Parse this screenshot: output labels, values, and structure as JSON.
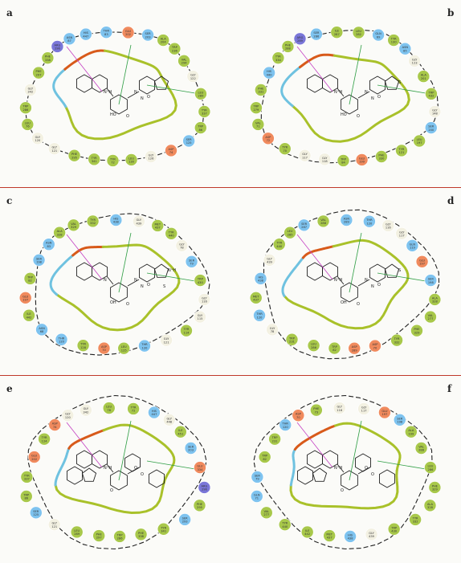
{
  "colors": {
    "hydrophobic": "#a8c84a",
    "polar": "#7ec3ef",
    "negative": "#f08a5d",
    "positive": "#7a76d8",
    "glycine": "#f3f1e2",
    "pocket_green": "#a9c12a",
    "pocket_blue": "#6fc2e0",
    "pocket_orange": "#d85a1a",
    "hbond": "#c43fc3",
    "pi": "#2e9e44",
    "divider": "#c0392b"
  },
  "panels": [
    {
      "label": "a",
      "molecule": [
        "N⁺H",
        "N",
        "N",
        "HO",
        "O",
        "O"
      ],
      "residues": [
        {
          "name": "TYR\n337",
          "color": "hydrophobic"
        },
        {
          "name": "TRP\n86",
          "color": "hydrophobic"
        },
        {
          "name": "SER\n125",
          "color": "polar"
        },
        {
          "name": "ASP\n74",
          "color": "negative"
        },
        {
          "name": "GLY\n126",
          "color": "glycine"
        },
        {
          "name": "LEU\n130",
          "color": "hydrophobic"
        },
        {
          "name": "TYR\n72",
          "color": "hydrophobic"
        },
        {
          "name": "TYR\n341",
          "color": "hydrophobic"
        },
        {
          "name": "PHE\n295",
          "color": "hydrophobic"
        },
        {
          "name": "GLY\n121",
          "color": "glycine"
        },
        {
          "name": "GLY\n120",
          "color": "glycine"
        },
        {
          "name": "LEU\n76",
          "color": "hydrophobic"
        },
        {
          "name": "TRP\n286",
          "color": "hydrophobic"
        },
        {
          "name": "GLY\n342",
          "color": "glycine"
        },
        {
          "name": "PHE\n297",
          "color": "hydrophobic"
        },
        {
          "name": "PHE\n338",
          "color": "hydrophobic"
        },
        {
          "name": "ARG\n296",
          "color": "positive"
        },
        {
          "name": "ASN\n87",
          "color": "polar"
        },
        {
          "name": "HIS\n447",
          "color": "polar"
        },
        {
          "name": "THR\n83",
          "color": "polar"
        },
        {
          "name": "GLU\n202",
          "color": "negative"
        },
        {
          "name": "SER\n203",
          "color": "polar"
        },
        {
          "name": "ALA\n204",
          "color": "hydrophobic"
        },
        {
          "name": "TRP\n236",
          "color": "hydrophobic"
        },
        {
          "name": "VAL\n294",
          "color": "hydrophobic"
        },
        {
          "name": "GLY\n122",
          "color": "glycine"
        },
        {
          "name": "LEU\n289",
          "color": "hydrophobic"
        }
      ]
    },
    {
      "label": "b",
      "molecule": [
        "N⁺H",
        "N",
        "N",
        "HO",
        "O",
        "O",
        "S"
      ],
      "residues": [
        {
          "name": "GLY\n148",
          "color": "glycine"
        },
        {
          "name": "SER\n200",
          "color": "polar"
        },
        {
          "name": "LEU\n197",
          "color": "hydrophobic"
        },
        {
          "name": "TYR\n121",
          "color": "hydrophobic"
        },
        {
          "name": "PHE\n330",
          "color": "hydrophobic"
        },
        {
          "name": "GLU\n199",
          "color": "negative"
        },
        {
          "name": "TRP\n84",
          "color": "hydrophobic"
        },
        {
          "name": "GLY\n118",
          "color": "glycine"
        },
        {
          "name": "GLY\n117",
          "color": "glycine"
        },
        {
          "name": "TYR\n70",
          "color": "hydrophobic"
        },
        {
          "name": "ASP\n72",
          "color": "negative"
        },
        {
          "name": "VAL\n71",
          "color": "hydrophobic"
        },
        {
          "name": "TRP\n279",
          "color": "hydrophobic"
        },
        {
          "name": "PHE\n331",
          "color": "hydrophobic"
        },
        {
          "name": "HIS\n440",
          "color": "polar"
        },
        {
          "name": "TYR\n334",
          "color": "hydrophobic"
        },
        {
          "name": "PHE\n288",
          "color": "hydrophobic"
        },
        {
          "name": "ARG\n289",
          "color": "positive"
        },
        {
          "name": "SER\n286",
          "color": "polar"
        },
        {
          "name": "ILE\n287",
          "color": "hydrophobic"
        },
        {
          "name": "LEU\n282",
          "color": "hydrophobic"
        },
        {
          "name": "GLN\n69",
          "color": "polar"
        },
        {
          "name": "TYR\n130",
          "color": "hydrophobic"
        },
        {
          "name": "ASN\n85",
          "color": "polar"
        },
        {
          "name": "GLY\n123",
          "color": "glycine"
        },
        {
          "name": "ALA\n201",
          "color": "hydrophobic"
        },
        {
          "name": "TRP\n432",
          "color": "hydrophobic"
        }
      ]
    },
    {
      "label": "c",
      "molecule": [
        "N",
        "N",
        "N",
        "OH",
        "O",
        "O",
        "N⁺H",
        "S"
      ],
      "residues": [
        {
          "name": "GLY\n116",
          "color": "glycine"
        },
        {
          "name": "GLY\n115",
          "color": "glycine"
        },
        {
          "name": "TYR\n114",
          "color": "hydrophobic"
        },
        {
          "name": "GLY\n121",
          "color": "glycine"
        },
        {
          "name": "THR\n120",
          "color": "polar"
        },
        {
          "name": "LEU\n125",
          "color": "hydrophobic"
        },
        {
          "name": "ASP\n70",
          "color": "negative"
        },
        {
          "name": "TYR\n128",
          "color": "hydrophobic"
        },
        {
          "name": "THR\n120",
          "color": "polar"
        },
        {
          "name": "ASN\n68",
          "color": "polar"
        },
        {
          "name": "ILE\n442",
          "color": "hydrophobic"
        },
        {
          "name": "GLU\n197",
          "color": "negative"
        },
        {
          "name": "TRP\n82",
          "color": "hydrophobic"
        },
        {
          "name": "SER\n198",
          "color": "polar"
        },
        {
          "name": "ASN\n83",
          "color": "polar"
        },
        {
          "name": "ALA\n328",
          "color": "hydrophobic"
        },
        {
          "name": "VAL\n329",
          "color": "hydrophobic"
        },
        {
          "name": "TYR\n332",
          "color": "hydrophobic"
        },
        {
          "name": "HIS\n438",
          "color": "polar"
        },
        {
          "name": "GLY\n439",
          "color": "glycine"
        },
        {
          "name": "MET\n437",
          "color": "hydrophobic"
        },
        {
          "name": "TYR\n440",
          "color": "hydrophobic"
        },
        {
          "name": "GLY\n78",
          "color": "glycine"
        },
        {
          "name": "SER\n79",
          "color": "polar"
        },
        {
          "name": "TRP\n430",
          "color": "hydrophobic"
        }
      ]
    },
    {
      "label": "d",
      "molecule": [
        "N⁺H",
        "N",
        "N",
        "OH",
        "O",
        "O",
        "S"
      ],
      "residues": [
        {
          "name": "ALA\n328",
          "color": "hydrophobic"
        },
        {
          "name": "VAL\n277",
          "color": "hydrophobic"
        },
        {
          "name": "PHE\n329",
          "color": "hydrophobic"
        },
        {
          "name": "TYR\n332",
          "color": "hydrophobic"
        },
        {
          "name": "ASP\n70",
          "color": "negative"
        },
        {
          "name": "ASP\n289",
          "color": "negative"
        },
        {
          "name": "TRP\n82",
          "color": "hydrophobic"
        },
        {
          "name": "LEU\n286",
          "color": "hydrophobic"
        },
        {
          "name": "TRP\n231",
          "color": "hydrophobic"
        },
        {
          "name": "GLY\n78",
          "color": "glycine"
        },
        {
          "name": "THR\n120",
          "color": "polar"
        },
        {
          "name": "MET\n437",
          "color": "hydrophobic"
        },
        {
          "name": "HIS\n438",
          "color": "polar"
        },
        {
          "name": "GLY\n439",
          "color": "glycine"
        },
        {
          "name": "TYR\n440",
          "color": "hydrophobic"
        },
        {
          "name": "LEU\n285",
          "color": "hydrophobic"
        },
        {
          "name": "SER\n287",
          "color": "polar"
        },
        {
          "name": "VAL\n288",
          "color": "hydrophobic"
        },
        {
          "name": "ASN\n289",
          "color": "polar"
        },
        {
          "name": "THR\n120",
          "color": "polar"
        },
        {
          "name": "GLY\n116",
          "color": "glycine"
        },
        {
          "name": "GLY\n117",
          "color": "glycine"
        },
        {
          "name": "GLN\n119",
          "color": "polar"
        },
        {
          "name": "GLU\n197",
          "color": "negative"
        },
        {
          "name": "SER\n198",
          "color": "polar"
        }
      ]
    },
    {
      "label": "e",
      "molecule": [
        "N⁺H",
        "O",
        "O",
        "O"
      ],
      "residues": [
        {
          "name": "ARG\n296",
          "color": "positive"
        },
        {
          "name": "PHE\n295",
          "color": "hydrophobic"
        },
        {
          "name": "SER\n293",
          "color": "polar"
        },
        {
          "name": "TYR\n341",
          "color": "hydrophobic"
        },
        {
          "name": "PHE\n338",
          "color": "hydrophobic"
        },
        {
          "name": "TRP\n286",
          "color": "hydrophobic"
        },
        {
          "name": "PHE\n297",
          "color": "hydrophobic"
        },
        {
          "name": "LEU\n289",
          "color": "hydrophobic"
        },
        {
          "name": "GLY\n121",
          "color": "glycine"
        },
        {
          "name": "SER\n125",
          "color": "polar"
        },
        {
          "name": "TRP\n86",
          "color": "hydrophobic"
        },
        {
          "name": "TYR\n337",
          "color": "hydrophobic"
        },
        {
          "name": "GLU\n202",
          "color": "negative"
        },
        {
          "name": "TYR\n124",
          "color": "hydrophobic"
        },
        {
          "name": "ASP\n74",
          "color": "negative"
        },
        {
          "name": "GLY\n120",
          "color": "glycine"
        },
        {
          "name": "GLY\n342",
          "color": "glycine"
        },
        {
          "name": "LEU\n76",
          "color": "hydrophobic"
        },
        {
          "name": "TYR\n72",
          "color": "hydrophobic"
        },
        {
          "name": "HIS\n447",
          "color": "polar"
        },
        {
          "name": "GLY\n448",
          "color": "glycine"
        },
        {
          "name": "ILE\n451",
          "color": "hydrophobic"
        },
        {
          "name": "SER\n203",
          "color": "polar"
        },
        {
          "name": "GLU\n334",
          "color": "negative"
        }
      ]
    },
    {
      "label": "f",
      "molecule": [
        "N⁺H",
        "O",
        "O",
        "O"
      ],
      "residues": [
        {
          "name": "PHE\n329",
          "color": "hydrophobic"
        },
        {
          "name": "ALA\n328",
          "color": "hydrophobic"
        },
        {
          "name": "TYR\n332",
          "color": "hydrophobic"
        },
        {
          "name": "TRP\n430",
          "color": "hydrophobic"
        },
        {
          "name": "GLY\n439",
          "color": "glycine"
        },
        {
          "name": "HIS\n438",
          "color": "polar"
        },
        {
          "name": "MET\n437",
          "color": "hydrophobic"
        },
        {
          "name": "ILE\n442",
          "color": "hydrophobic"
        },
        {
          "name": "TYR\n440",
          "color": "hydrophobic"
        },
        {
          "name": "VAL\n277",
          "color": "hydrophobic"
        },
        {
          "name": "GLN\n71",
          "color": "polar"
        },
        {
          "name": "SER\n79",
          "color": "polar"
        },
        {
          "name": "TRP\n82",
          "color": "hydrophobic"
        },
        {
          "name": "TRP\n231",
          "color": "hydrophobic"
        },
        {
          "name": "THR\n120",
          "color": "polar"
        },
        {
          "name": "ASP\n70",
          "color": "negative"
        },
        {
          "name": "PHE\n73",
          "color": "hydrophobic"
        },
        {
          "name": "GLY\n116",
          "color": "glycine"
        },
        {
          "name": "GLY\n117",
          "color": "glycine"
        },
        {
          "name": "GLU\n197",
          "color": "negative"
        },
        {
          "name": "SER\n198",
          "color": "polar"
        },
        {
          "name": "ALA\n199",
          "color": "hydrophobic"
        },
        {
          "name": "VAL\n288",
          "color": "hydrophobic"
        },
        {
          "name": "LEU\n286",
          "color": "hydrophobic"
        }
      ]
    }
  ]
}
